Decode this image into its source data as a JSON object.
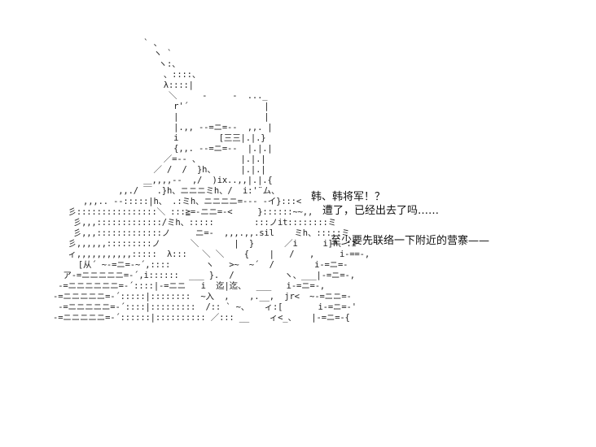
{
  "ascii_art": [
    "",
    "                        ` 、",
    "                          ヽ `",
    "                           ヽ:、",
    "                            、::::、",
    "                            λ::::|",
    "                             ＼     -     -  ..._",
    "                              r'´               |",
    "                              |                 |",
    "                              |.,, --=ニ=--  ,,. |",
    "                              i        [三三|.|.}",
    "                              {,,. --=ニ=--  |.|.|",
    "                            ／=-- 、        |.|.|",
    "                          ／ /  /  }h、     |.|.|",
    "                        ＿,,,,--  ,/  )ix..,,|.|.{",
    "                   ,,./ ￣ .}h、ニニニミh、/  i:'¨ム、",
    "            ,,,.. --:::::|h、 .:ミh、ニニニニ=--- -イ}:::<",
    "         彡::::::::::::::::＼ :::≧=-ニニ=-<     }::::::~~,,",
    "          彡,,,:::::::::::::/ミh、:::::        :::ノit::::::::ミ",
    "          彡,,,:::::::::::::ノ     ニ=-  ,,,.,,.sil    ミh、:::::ミ",
    "         彡,,,,,,:::::::::ノ      ＼       |  }      ／i     i]h、:i",
    "         ィ,,,,,,,,,,,:::::  λ:::   ＼ ＼    {    |   /   ,     i-==-,",
    "           [从´ ~-=ニ=-~´,::::       ヽ   >~  ~´  /        i-=ニ=-",
    "        ア-=ニニニニニ=-´,i::::::  ___ }.  /          ヽ、___|-=ニ=-,",
    "       -=ニニニニニニ=-´::::|-=ニニ   i  迄|迄、  ___   i-=ニ=-,",
    "      -=ニニニニニ=-´:::::|::::::::  ~入  ,    ,.__,  jr<  ~-=ニニ=-",
    "       -=ニニニニニ=-´::::|:::::::::  /:: ` ~、   ィ:[       i-=ニ=-'",
    "      -=ニニニニニ=-´::::::|:::::::::: ／::: __    ィ<_、   |-=ニ=-{"
  ],
  "dialogue": [
    "韩、韩将军！？",
    "遭了，已经出去了吗……",
    "至少要先联络一下附近的营寨——"
  ]
}
